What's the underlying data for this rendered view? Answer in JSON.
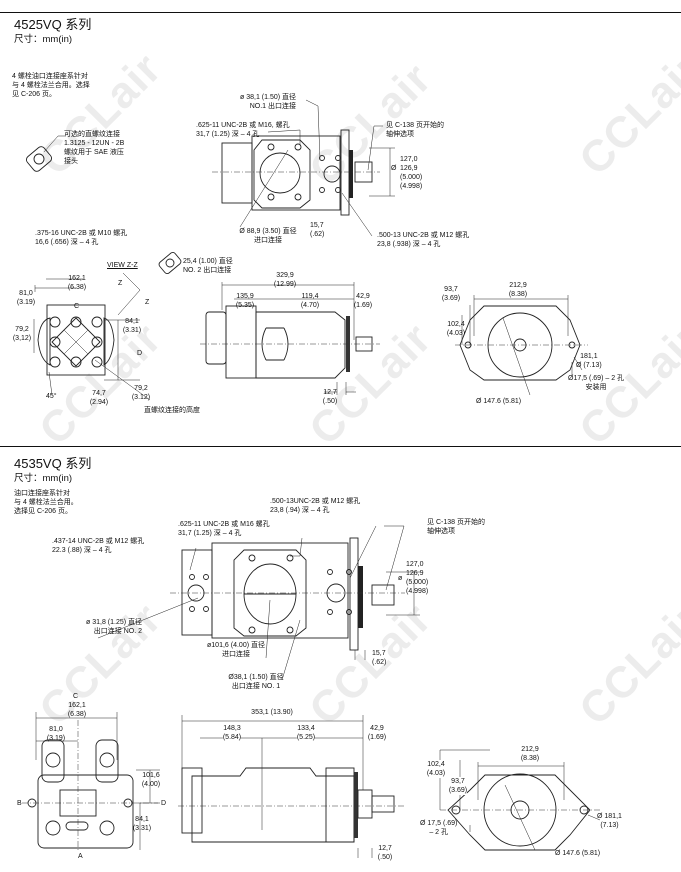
{
  "watermark": "CCLair",
  "section1": {
    "title": "4525VQ 系列",
    "units": "尺寸：mm(in)",
    "note": [
      "4 螺栓油口连接座系针对",
      "与 4 螺栓法兰合用。选择",
      "见 C-206 页。"
    ],
    "optional_thread": [
      "可选的直螺纹连接",
      "1.3125 - 12UN - 2B",
      "螺纹用于 SAE 液压",
      "接头"
    ],
    "outlet1": [
      "ø 38,1 (1.50) 直径",
      "NO.1 出口连接"
    ],
    "bolt625": [
      ".625-11 UNC-2B 或 M16, 螺孔",
      "31,7 (1.25) 深 – 4 孔"
    ],
    "shaft_option": [
      "见 C-138 页开始的",
      "轴伸选项"
    ],
    "pilot_dia": [
      "127,0",
      "Ø",
      "126,9",
      "(5.000)",
      "(4.998)"
    ],
    "flange_thk": [
      "15,7",
      "(.62)"
    ],
    "inlet": [
      "Ø 88,9 (3.50) 直径",
      "进口连接"
    ],
    "bolt500": [
      ".500-13 UNC-2B 或 M12 螺孔",
      "23,8 (.938) 深 – 4 孔"
    ],
    "bolt375": [
      ".375-16 UNC-2B 或 M10 螺孔",
      "16,6 (.656) 深 – 4 孔"
    ],
    "view_zz": "VIEW Z-Z",
    "outlet2": [
      "25,4 (1.00) 直径",
      "NO. 2 出口连接"
    ],
    "end_view": {
      "w": [
        "162,1",
        "(6.38)"
      ],
      "half_w": [
        "81,0",
        "(3.19)"
      ],
      "c": "C",
      "d": "D",
      "z": "Z",
      "h1": [
        "79,2",
        "(3,12)"
      ],
      "h2": [
        "84,1",
        "(3.31)"
      ],
      "angle": "45°",
      "h3": [
        "74,7",
        "(2.94)"
      ],
      "h4": [
        "79,2",
        "(3.12)"
      ],
      "thread_height": "直螺纹连接的高度"
    },
    "side_view": {
      "total": [
        "329,9",
        "(12.99)"
      ],
      "d1": [
        "135,9",
        "(5.35)"
      ],
      "d2": [
        "119,4",
        "(4.70)"
      ],
      "d3": [
        "42,9",
        "(1.69)"
      ],
      "pilot": [
        "12,7",
        "(.50)"
      ]
    },
    "flange_view": {
      "h1": [
        "93,7",
        "(3.69)"
      ],
      "w": [
        "212,9",
        "(8.38)"
      ],
      "h2": [
        "102,4",
        "(4.03)"
      ],
      "bolt_circle": [
        "181,1",
        "Ø (7.13)"
      ],
      "mount_holes": [
        "Ø17,5 (.69) – 2 孔",
        "安装用"
      ],
      "body_dia": "Ø 147.6 (5.81)"
    }
  },
  "section2": {
    "title": "4535VQ 系列",
    "units": "尺寸：mm(in)",
    "note": [
      "油口连接座系针对",
      "与 4 螺栓法兰合用。",
      "选择见 C-206 页。"
    ],
    "bolt500": [
      ".500-13UNC-2B 或 M12 螺孔",
      "23,8 (.94) 深 – 4 孔"
    ],
    "bolt625": [
      ".625-11 UNC-2B 或 M16 螺孔",
      "31,7 (1.25) 深 – 4 孔"
    ],
    "bolt437": [
      ".437-14 UNC-2B 或 M12 螺孔",
      "22.3 (.88) 深 – 4 孔"
    ],
    "shaft_option": [
      "见 C-138 页开始的",
      "轴伸选项"
    ],
    "pilot_dia": [
      "127,0",
      "ø",
      "126,9",
      "(5.000)",
      "(4.998)"
    ],
    "outlet2": [
      "ø 31,8 (1.25) 直径",
      "出口连接 NO. 2"
    ],
    "inlet": [
      "ø101,6 (4.00) 直径",
      "进口连接"
    ],
    "flange_thk": [
      "15,7",
      "(.62)"
    ],
    "outlet1": [
      "Ø38,1 (1.50) 直径",
      "出口连接 NO. 1"
    ],
    "end_view": {
      "c": "C",
      "w": [
        "162,1",
        "(6.38)"
      ],
      "half_w": [
        "81,0",
        "(3.19)"
      ],
      "h1": [
        "101,6",
        "(4.00)"
      ],
      "b": "B",
      "d": "D",
      "h2": [
        "84,1",
        "(3.31)"
      ],
      "a": "A"
    },
    "side_view": {
      "total": "353,1 (13.90)",
      "d1": [
        "148,3",
        "(5.84)"
      ],
      "d2": [
        "133,4",
        "(5.25)"
      ],
      "d3": [
        "42,9",
        "(1.69)"
      ],
      "pilot": [
        "12,7",
        "(.50)"
      ]
    },
    "flange_view": {
      "w": [
        "212,9",
        "(8.38)"
      ],
      "h1": [
        "102,4",
        "(4.03)"
      ],
      "h2": [
        "93,7",
        "(3.69)"
      ],
      "bolt_circle": [
        "Ø 181,1",
        "(7.13)"
      ],
      "mount_holes": [
        "Ø 17,5 (.69)",
        "– 2 孔"
      ],
      "body_dia": "Ø 147.6 (5.81)"
    }
  }
}
